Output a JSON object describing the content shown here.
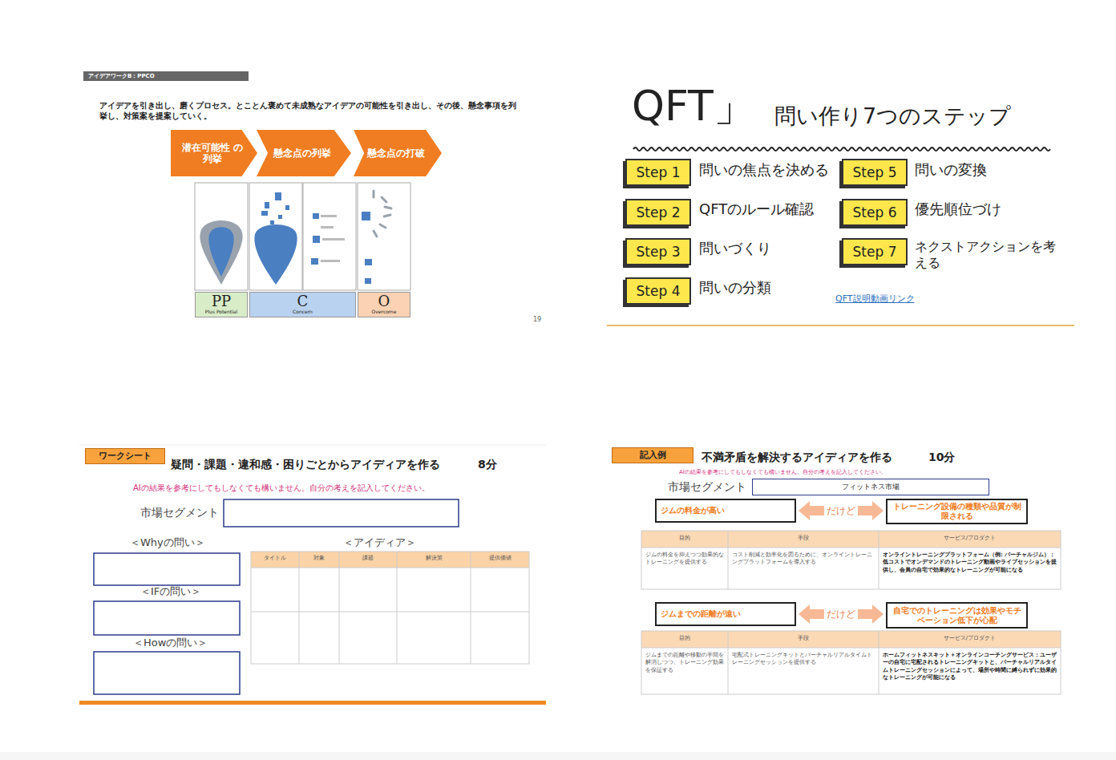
{
  "diagram": {
    "nodes": [
      {
        "text": [
          "アイデアワークB：PPCO"
        ]
      },
      {
        "text": [
          "潜在可能性 の列挙"
        ]
      },
      {
        "text": [
          "懸念点の列挙"
        ]
      },
      {
        "text": [
          "懸念点の打破"
        ]
      },
      {
        "text": [
          "PP",
          "Plus Potential"
        ]
      },
      {
        "text": [
          "C",
          "Concern"
        ]
      },
      {
        "text": [
          "O",
          "Overcome"
        ]
      },
      {
        "text": [
          "Step 1"
        ]
      },
      {
        "text": [
          "Step 2"
        ]
      },
      {
        "text": [
          "Step 3"
        ]
      },
      {
        "text": [
          "Step 4"
        ]
      },
      {
        "text": [
          "Step 5"
        ]
      },
      {
        "text": [
          "Step 6"
        ]
      },
      {
        "text": [
          "Step 7"
        ]
      },
      {
        "text": [
          "ワークシート"
        ]
      },
      {
        "text": [
          "記入例"
        ]
      },
      {
        "text": [
          "フィットネス市場"
        ]
      },
      {
        "text": [
          "ジムの料金が高い"
        ]
      },
      {
        "text": [
          "トレーニング設備の種類や品質が制限される"
        ]
      },
      {
        "text": [
          "ジムまでの距離が遠い"
        ]
      },
      {
        "text": [
          "自宅でのトレーニングは効果やモチベーション低下が心配"
        ]
      }
    ],
    "edges": [
      {
        "from": 17,
        "to": 18,
        "label": "だけど",
        "arrow": "both"
      },
      {
        "from": 19,
        "to": 20,
        "label": "だけど",
        "arrow": "both"
      }
    ],
    "labels": [
      "アイデアを引き出し、磨くプロセス。とことん褒めて未成熟なアイデアの可能性を引き出し、その後、懸念事項を列挙し、対策案を提案していく。",
      "19",
      "QFT」",
      "問い作り7つのステップ",
      "問いの焦点を決める",
      "QFTのルール確認",
      "問いづくり",
      "問いの分類",
      "問いの変換",
      "優先順位づけ",
      "ネクストアクションを考える",
      "QFT説明動画リンク",
      "疑問・課題・違和感・困りごとからアイディアを作る",
      "8分",
      "AIの結果を参考にしてもしなくても構いません。自分の考えを記入してください。",
      "市場セグメント",
      "＜Whyの問い＞",
      "＜IFの問い＞",
      "＜Howの問い＞",
      "＜アイディア＞",
      "タイトル",
      "対象",
      "課題",
      "解決策",
      "提供価値",
      "不満矛盾を解決するアイディアを作る",
      "10分",
      "AIの結果を参考にしてもしなくても構いません。自分の考えを記入してください。",
      "市場セグメント",
      "目的",
      "手段",
      "サービス/プロダクト",
      "ジムの料金を抑えつつ効果的なトレーニングを提供する",
      "コスト削減と効率化を図るために、オンライントレーニングプラットフォームを導入する",
      "オンライントレーニングプラットフォーム（例: バーチャルジム）：低コストでオンデマンドのトレーニング動画やライブセッションを提供し、会員の自宅で効果的なトレーニングが可能になる",
      "目的",
      "手段",
      "サービス/プロダクト",
      "ジムまでの距離や移動の手間を解消しつつ、トレーニング効果を保証する",
      "宅配式トレーニングキットとバーチャルリアルタイムトレーニングセッションを提供する",
      "ホームフィットネスキット＋オンラインコーチングサービス：ユーザーの自宅に宅配されるトレーニングキットと、バーチャルリアルタイムトレーニングセッションによって、場所や時間に縛られずに効果的なトレーニングが可能になる"
    ]
  }
}
